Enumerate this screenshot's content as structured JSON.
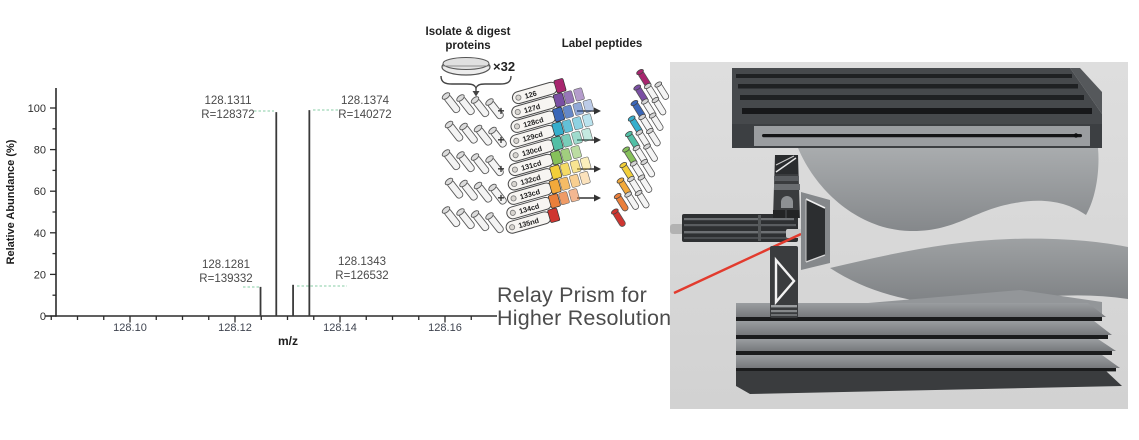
{
  "chart_data": {
    "type": "bar",
    "title": "",
    "xlabel": "m/z",
    "ylabel": "Relative Abundance (%)",
    "xlim": [
      128.088,
      128.172
    ],
    "ylim": [
      0,
      105
    ],
    "grid": false,
    "x_ticks": [
      128.1,
      128.12,
      128.14,
      128.16
    ],
    "y_ticks": [
      0,
      20,
      40,
      60,
      80,
      100
    ],
    "peaks": [
      {
        "mz": 128.1281,
        "intensity": 14,
        "label": "128.1281",
        "resolution": "R=139332"
      },
      {
        "mz": 128.1311,
        "intensity": 98,
        "label": "128.1311",
        "resolution": "R=128372"
      },
      {
        "mz": 128.1343,
        "intensity": 15,
        "label": "128.1343",
        "resolution": "R=126532"
      },
      {
        "mz": 128.1374,
        "intensity": 99,
        "label": "128.1374",
        "resolution": "R=140272"
      }
    ]
  },
  "workflow": {
    "heading_isolate": "Isolate & digest proteins",
    "times_label": "×32",
    "heading_label": "Label peptides",
    "plus_sign": "+",
    "reagents": [
      {
        "label": "126",
        "color": "#a8256e",
        "chips": 1
      },
      {
        "label": "127d",
        "color": "#7a4fa3",
        "chips": 3
      },
      {
        "label": "128cd",
        "color": "#3a66b8",
        "chips": 4
      },
      {
        "label": "129cd",
        "color": "#36aecc",
        "chips": 4
      },
      {
        "label": "130cd",
        "color": "#52bfa5",
        "chips": 4
      },
      {
        "label": "131cd",
        "color": "#86c05a",
        "chips": 3
      },
      {
        "label": "132cd",
        "color": "#f2cf3a",
        "chips": 4
      },
      {
        "label": "133cd",
        "color": "#f2a93b",
        "chips": 4
      },
      {
        "label": "134cd",
        "color": "#ea7f3b",
        "chips": 3
      },
      {
        "label": "135nd",
        "color": "#cf3530",
        "chips": 1
      }
    ]
  },
  "caption": {
    "line1": "Relay Prism for",
    "line2": "Higher Resolution"
  },
  "colors": {
    "instrument_panel_bg": "#d8d8d8",
    "laser_beam": "#e23b2e",
    "peak_line": "#3a3a3a",
    "intensity_marker": "#9fd8b8",
    "annotation_text": "#4a4a4a"
  }
}
